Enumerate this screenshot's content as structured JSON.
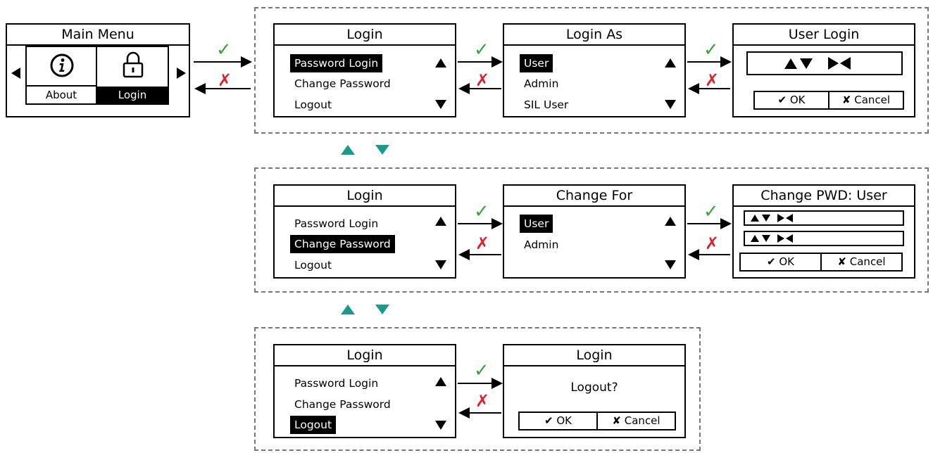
{
  "main_menu": {
    "title": "Main Menu",
    "items": [
      {
        "label": "About",
        "icon": "info-icon"
      },
      {
        "label": "Login",
        "icon": "lock-icon"
      }
    ]
  },
  "row1": {
    "login": {
      "title": "Login",
      "items": [
        "Password Login",
        "Change Password",
        "Logout"
      ]
    },
    "login_as": {
      "title": "Login As",
      "items": [
        "User",
        "Admin",
        "SIL User"
      ]
    },
    "user_login": {
      "title": "User Login",
      "ok": "OK",
      "cancel": "Cancel"
    }
  },
  "row2": {
    "login": {
      "title": "Login",
      "items": [
        "Password Login",
        "Change Password",
        "Logout"
      ]
    },
    "change_for": {
      "title": "Change For",
      "items": [
        "User",
        "Admin"
      ]
    },
    "change_pwd": {
      "title": "Change PWD: User",
      "ok": "OK",
      "cancel": "Cancel"
    }
  },
  "row3": {
    "login": {
      "title": "Login",
      "items": [
        "Password Login",
        "Change Password",
        "Logout"
      ]
    },
    "logout_confirm": {
      "title": "Login",
      "prompt": "Logout?",
      "ok": "OK",
      "cancel": "Cancel"
    }
  },
  "colors": {
    "confirm": "#3aa53a",
    "cancel": "#e0202a",
    "navigate": "#1a9a8a"
  }
}
